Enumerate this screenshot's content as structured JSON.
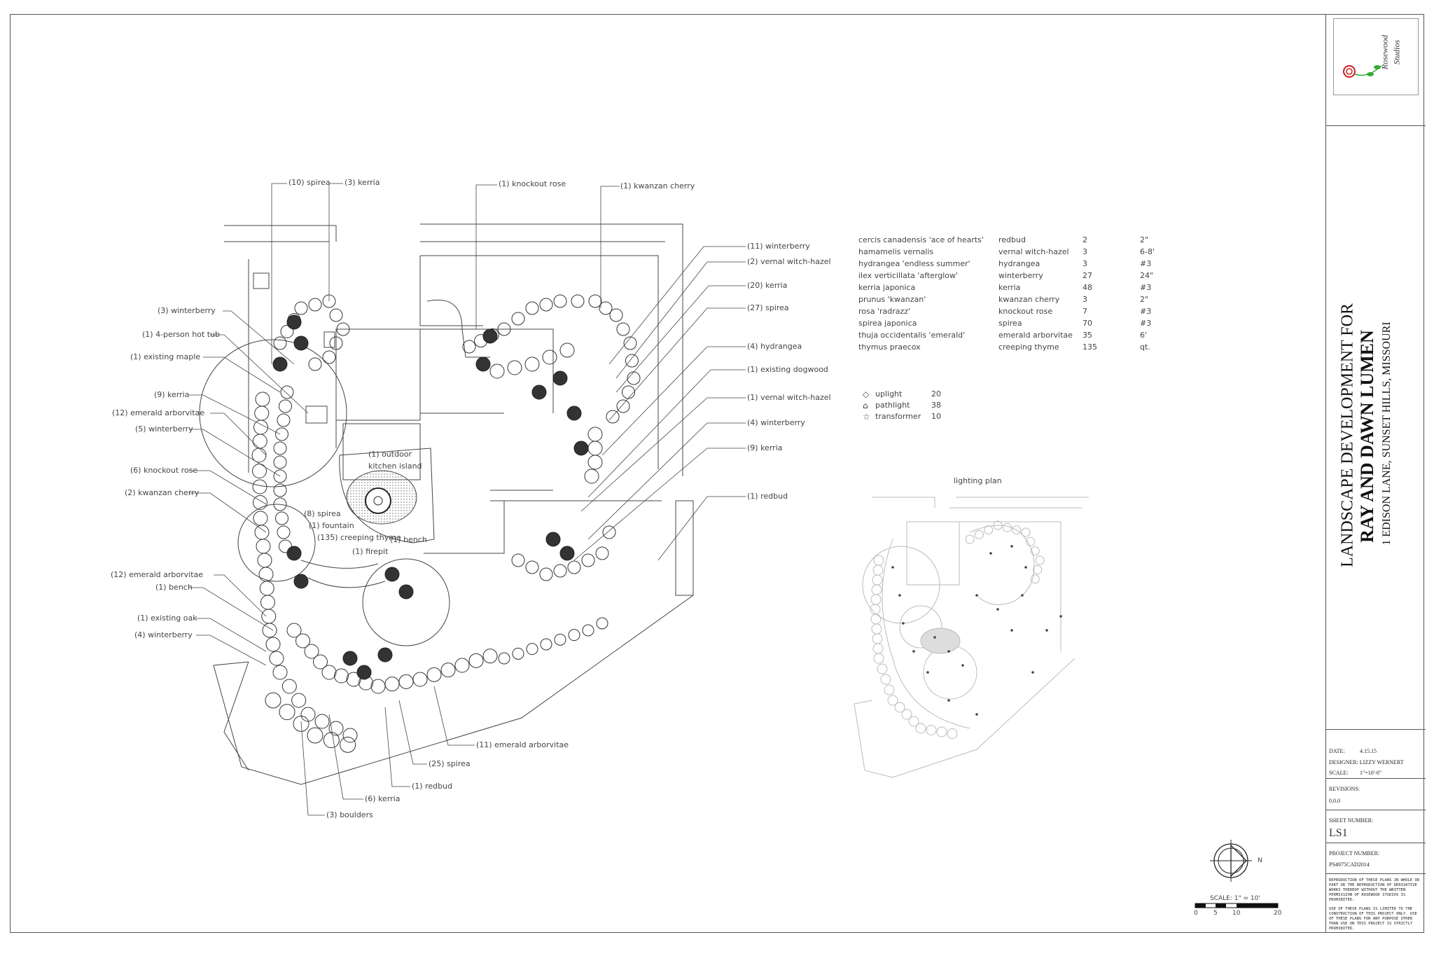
{
  "plan_labels": {
    "spirea_10": "(10) spirea",
    "kerria_3_top": "(3) kerria",
    "knockout_rose_1": "(1) knockout rose",
    "kwanzan_cherry_1": "(1) kwanzan cherry",
    "winterberry_11": "(11) winterberry",
    "vernal_witch_hazel_2": "(2) vernal witch-hazel",
    "kerria_20": "(20) kerria",
    "spirea_27": "(27) spirea",
    "hydrangea_4": "(4) hydrangea",
    "existing_dogwood_1": "(1) existing dogwood",
    "vernal_witch_hazel_1": "(1) vernal witch-hazel",
    "winterberry_4_right": "(4) winterberry",
    "kerria_9_right": "(9) kerria",
    "redbud_1_right": "(1) redbud",
    "winterberry_3": "(3) winterberry",
    "hot_tub": "(1) 4-person hot tub",
    "existing_maple": "(1) existing maple",
    "kerria_9_left": "(9) kerria",
    "emerald_arborvitae_12a": "(12) emerald arborvitae",
    "winterberry_5": "(5) winterberry",
    "knockout_rose_6": "(6) knockout rose",
    "kwanzan_cherry_2": "(2) kwanzan cherry",
    "outdoor_kitchen_1": "(1) outdoor",
    "outdoor_kitchen_2": "kitchen island",
    "spirea_8": "(8) spirea",
    "fountain": "(1) fountain",
    "creeping_thyme": "(135) creeping thyme",
    "bench_inner": "(1) bench",
    "firepit": "(1) firepit",
    "emerald_arborvitae_12b": "(12) emerald arborvitae",
    "bench_left": "(1) bench",
    "existing_oak": "(1) existing oak",
    "winterberry_4_left": "(4) winterberry",
    "emerald_arborvitae_11": "(11) emerald arborvitae",
    "spirea_25": "(25) spirea",
    "redbud_1_bottom": "(1) redbud",
    "kerria_6": "(6) kerria",
    "boulders_3": "(3) boulders"
  },
  "plant_schedule": [
    {
      "botanical": "cercis canadensis 'ace of hearts'",
      "common": "redbud",
      "qty": "2",
      "size": "2\""
    },
    {
      "botanical": "hamamelis vernalis",
      "common": "vernal witch-hazel",
      "qty": "3",
      "size": "6-8'"
    },
    {
      "botanical": "hydrangea 'endless summer'",
      "common": "hydrangea",
      "qty": "3",
      "size": "#3"
    },
    {
      "botanical": "ilex verticillata 'afterglow'",
      "common": "winterberry",
      "qty": "27",
      "size": "24\""
    },
    {
      "botanical": "kerria japonica",
      "common": "kerria",
      "qty": "48",
      "size": "#3"
    },
    {
      "botanical": "prunus 'kwanzan'",
      "common": "kwanzan cherry",
      "qty": "3",
      "size": "2\""
    },
    {
      "botanical": "rosa 'radrazz'",
      "common": "knockout rose",
      "qty": "7",
      "size": "#3"
    },
    {
      "botanical": "spirea japonica",
      "common": "spirea",
      "qty": "70",
      "size": "#3"
    },
    {
      "botanical": "thuja occidentalis 'emerald'",
      "common": "emerald arborvitae",
      "qty": "35",
      "size": "6'"
    },
    {
      "botanical": "thymus praecox",
      "common": "creeping thyme",
      "qty": "135",
      "size": "qt."
    }
  ],
  "lighting_schedule": [
    {
      "icon": "diamond-icon",
      "symbol": "◇",
      "name": "uplight",
      "qty": "20"
    },
    {
      "icon": "house-icon",
      "symbol": "⌂",
      "name": "pathlight",
      "qty": "38"
    },
    {
      "icon": "star-icon",
      "symbol": "☆",
      "name": "transformer",
      "qty": "10"
    }
  ],
  "lighting_plan_title": "lighting plan",
  "scale_bar": {
    "label": "SCALE: 1\" = 10'",
    "ticks": [
      "0",
      "5",
      "10",
      "20"
    ]
  },
  "north_arrow_letter": "N",
  "title_block": {
    "logo_text_1": "Rosewood",
    "logo_text_2": "Studios",
    "project_title_line1": "LANDSCAPE DEVELOPMENT FOR",
    "project_title_line2": "RAY AND DAWN LUMEN",
    "address": "1 EDISON LANE, SUNSET HILLS, MISSOURI",
    "date_label": "DATE:",
    "date_value": "4.15.15",
    "designer_label": "DESIGNER:",
    "designer_value": "LIZZY WERNERT",
    "scale_label": "SCALE:",
    "scale_value": "1\"=10'-0\"",
    "revisions_label": "REVISIONS:",
    "revisions_value": "0.0.0",
    "sheet_number_label": "SHEET NUMBER:",
    "sheet_number_value": "LS1",
    "project_number_label": "PROJECT NUMBER:",
    "project_number_value": "PS4975CAD2014",
    "notice_1": "REPRODUCTION OF THESE PLANS IN WHOLE OR PART OR THE REPRODUCTION OF DERIVATIVE WORKS THEREOF WITHOUT THE WRITTEN PERMISSION OF ROSEWOOD STUDIOS IS PROHIBITED.",
    "notice_2": "USE OF THESE PLANS IS LIMITED TO THE CONSTRUCTION OF THIS PROJECT ONLY. USE OF THESE PLANS FOR ANY PURPOSE OTHER THAN USE ON THIS PROJECT IS STRICTLY PROHIBITED."
  },
  "colors": {
    "line": "#333333",
    "faint": "#bbbbbb",
    "rose_red": "#cc2222",
    "stem_green": "#33aa33"
  }
}
